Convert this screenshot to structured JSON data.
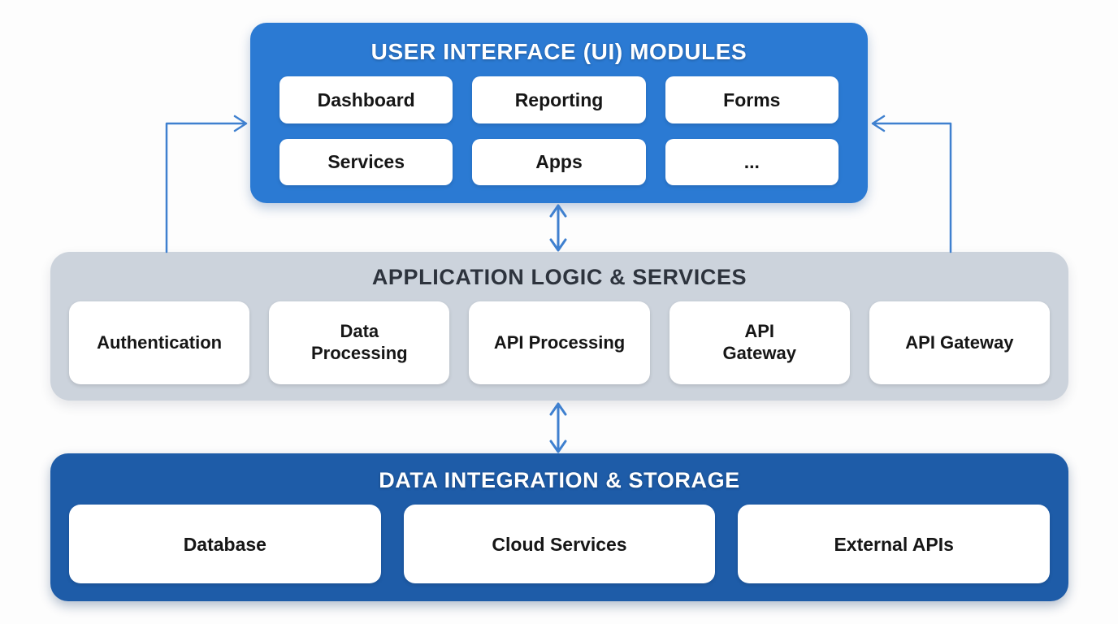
{
  "diagram": {
    "type": "layered-architecture",
    "colors": {
      "ui_layer_bg": "#2b7ad3",
      "logic_layer_bg": "#ccd3dc",
      "data_layer_bg": "#1e5ca8",
      "card_bg": "#ffffff",
      "card_text": "#161616",
      "ui_title_text": "#ffffff",
      "logic_title_text": "#2d333d",
      "data_title_text": "#ffffff",
      "arrow": "#3f80cf"
    },
    "layers": {
      "ui": {
        "title": "USER INTERFACE (UI) MODULES",
        "modules": [
          "Dashboard",
          "Reporting",
          "Forms",
          "Services",
          "Apps",
          "..."
        ]
      },
      "logic": {
        "title": "APPLICATION LOGIC & SERVICES",
        "modules": [
          "Authentication",
          "Data\nProcessing",
          "API Processing",
          "API\nGateway",
          "API Gateway"
        ]
      },
      "data": {
        "title": "DATA INTEGRATION & STORAGE",
        "modules": [
          "Database",
          "Cloud Services",
          "External APIs"
        ]
      }
    },
    "connections": [
      {
        "between": [
          "ui",
          "logic"
        ],
        "style": "double-headed-vertical-arrow"
      },
      {
        "between": [
          "logic",
          "data"
        ],
        "style": "double-headed-vertical-arrow"
      },
      {
        "between": [
          "logic",
          "ui"
        ],
        "style": "elbow-arrow-left-side",
        "arrowhead": "into-ui-left-edge"
      },
      {
        "between": [
          "logic",
          "ui"
        ],
        "style": "elbow-arrow-right-side",
        "arrowhead": "into-ui-right-edge"
      }
    ]
  }
}
